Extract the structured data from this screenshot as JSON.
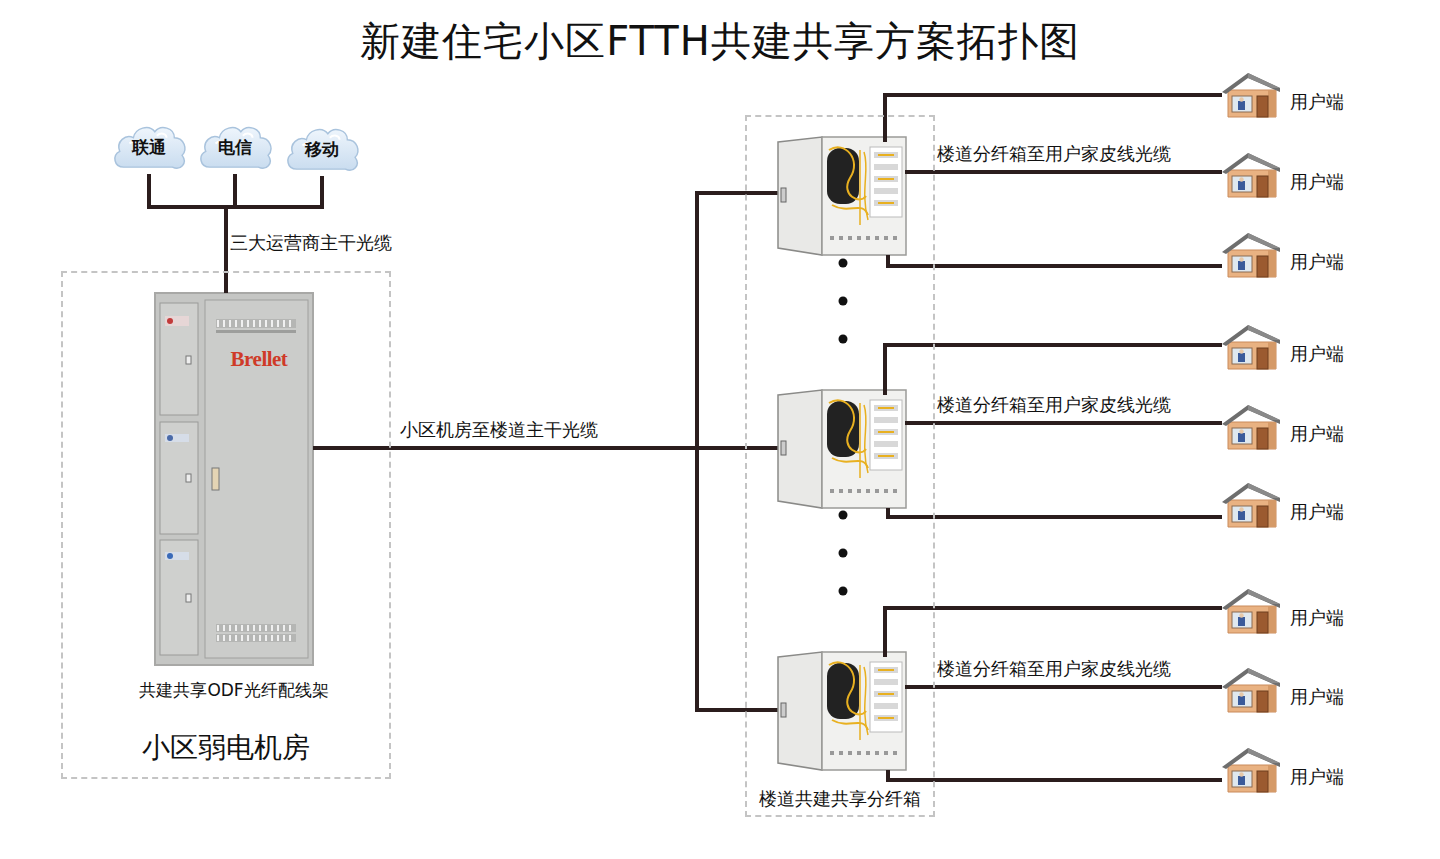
{
  "diagram": {
    "title": "新建住宅小区FTTH共建共享方案拓扑图",
    "nodes": [
      {
        "text": [
          "联通"
        ]
      },
      {
        "text": [
          "电信"
        ]
      },
      {
        "text": [
          "移动"
        ]
      },
      {
        "text": [
          "小区弱电机房"
        ]
      },
      {
        "text": [
          "Brellet",
          "共建共享ODF光纤配线架"
        ],
        "in": 3
      },
      {
        "text": [
          "楼道共建共享分纤箱"
        ]
      },
      {
        "text": [
          "用户端"
        ]
      },
      {
        "text": [
          "用户端"
        ]
      },
      {
        "text": [
          "用户端"
        ]
      },
      {
        "text": [
          "用户端"
        ]
      },
      {
        "text": [
          "用户端"
        ]
      },
      {
        "text": [
          "用户端"
        ]
      },
      {
        "text": [
          "用户端"
        ]
      },
      {
        "text": [
          "用户端"
        ]
      },
      {
        "text": [
          "用户端"
        ]
      }
    ],
    "edges": [
      {
        "from": 0,
        "to": 4,
        "arrow": "none"
      },
      {
        "from": 1,
        "to": 4,
        "label": "三大运营商主干光缆",
        "arrow": "none"
      },
      {
        "from": 2,
        "to": 4,
        "arrow": "none"
      },
      {
        "from": 4,
        "to": 5,
        "label": "小区机房至楼道主干光缆",
        "arrow": "none"
      },
      {
        "from": 5,
        "to": 6,
        "arrow": "none"
      },
      {
        "from": 5,
        "to": 7,
        "label": "楼道分纤箱至用户家皮线光缆",
        "arrow": "none"
      },
      {
        "from": 5,
        "to": 8,
        "arrow": "none"
      },
      {
        "from": 5,
        "to": 9,
        "arrow": "none"
      },
      {
        "from": 5,
        "to": 10,
        "label": "楼道分纤箱至用户家皮线光缆",
        "arrow": "none"
      },
      {
        "from": 5,
        "to": 11,
        "arrow": "none"
      },
      {
        "from": 5,
        "to": 12,
        "arrow": "none"
      },
      {
        "from": 5,
        "to": 13,
        "label": "楼道分纤箱至用户家皮线光缆",
        "arrow": "none"
      },
      {
        "from": 5,
        "to": 14,
        "arrow": "none"
      }
    ]
  }
}
